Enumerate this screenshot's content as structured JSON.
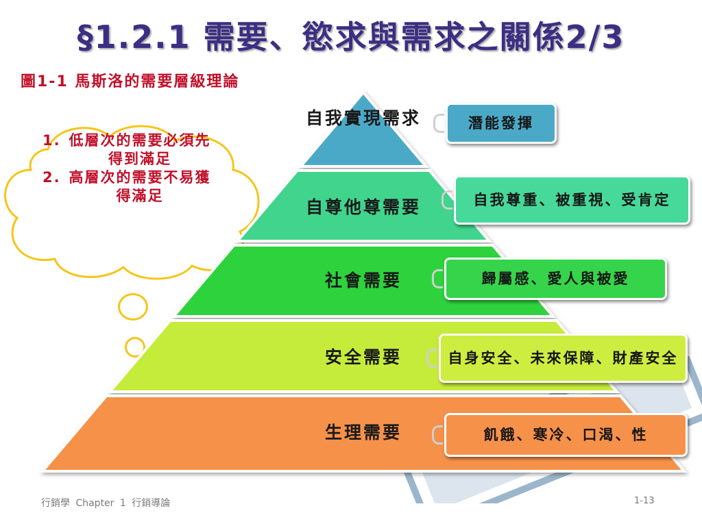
{
  "slide": {
    "title": "§1.2.1 需要、慾求與需求之關係2/3",
    "figure_caption": "圖1-1 馬斯洛的需要層級理論",
    "cloud": {
      "items": [
        {
          "num": "1.",
          "text": "低層次的需要必須先得到滿足"
        },
        {
          "num": "2.",
          "text": "高層次的需要不易獲得滿足"
        }
      ]
    },
    "pyramid": {
      "levels": [
        {
          "label": "自我實現需求",
          "callout": "潛能發揮",
          "color": "#4ba9c8",
          "callout_color": "#4ba9c8"
        },
        {
          "label": "自尊他尊需要",
          "callout": "自我尊重、被重視、受肯定",
          "color": "#41d48d",
          "callout_color": "#47d99a"
        },
        {
          "label": "社會需要",
          "callout": "歸屬感、愛人與被愛",
          "color": "#2fd23d",
          "callout_color": "#35d44a"
        },
        {
          "label": "安全需要",
          "callout": "自身安全、未來保障、財產安全",
          "color": "#c6ec3a",
          "callout_color": "#cdee40"
        },
        {
          "label": "生理需要",
          "callout": "飢餓、寒冷、口渴、性",
          "color": "#f6914a",
          "callout_color": "#f6914a"
        }
      ]
    },
    "footer": {
      "left": "行銷學 Chapter 1 行銷導論",
      "page": "1-13"
    }
  }
}
